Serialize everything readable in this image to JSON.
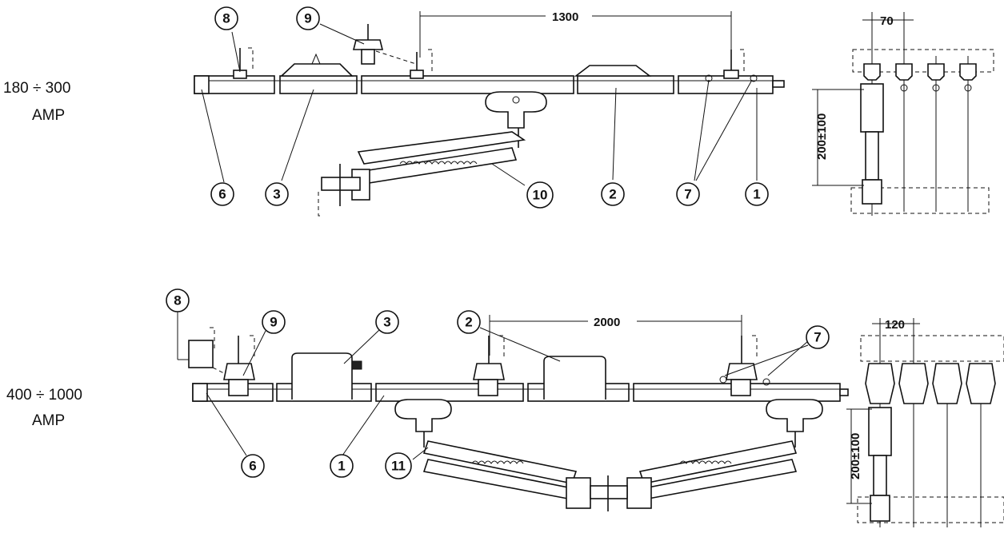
{
  "ratings": {
    "top_line1": "180 ÷ 300",
    "top_line2": "AMP",
    "bottom_line1": "400 ÷ 1000",
    "bottom_line2": "AMP"
  },
  "dimensions": {
    "top_span": "1300",
    "top_pitch": "70",
    "top_height": "200±100",
    "bottom_span": "2000",
    "bottom_pitch": "120",
    "bottom_height": "200±100"
  },
  "callouts_top": [
    "8",
    "9",
    "6",
    "3",
    "10",
    "2",
    "7",
    "1"
  ],
  "callouts_bottom": [
    "8",
    "9",
    "3",
    "2",
    "7",
    "6",
    "1",
    "11"
  ]
}
